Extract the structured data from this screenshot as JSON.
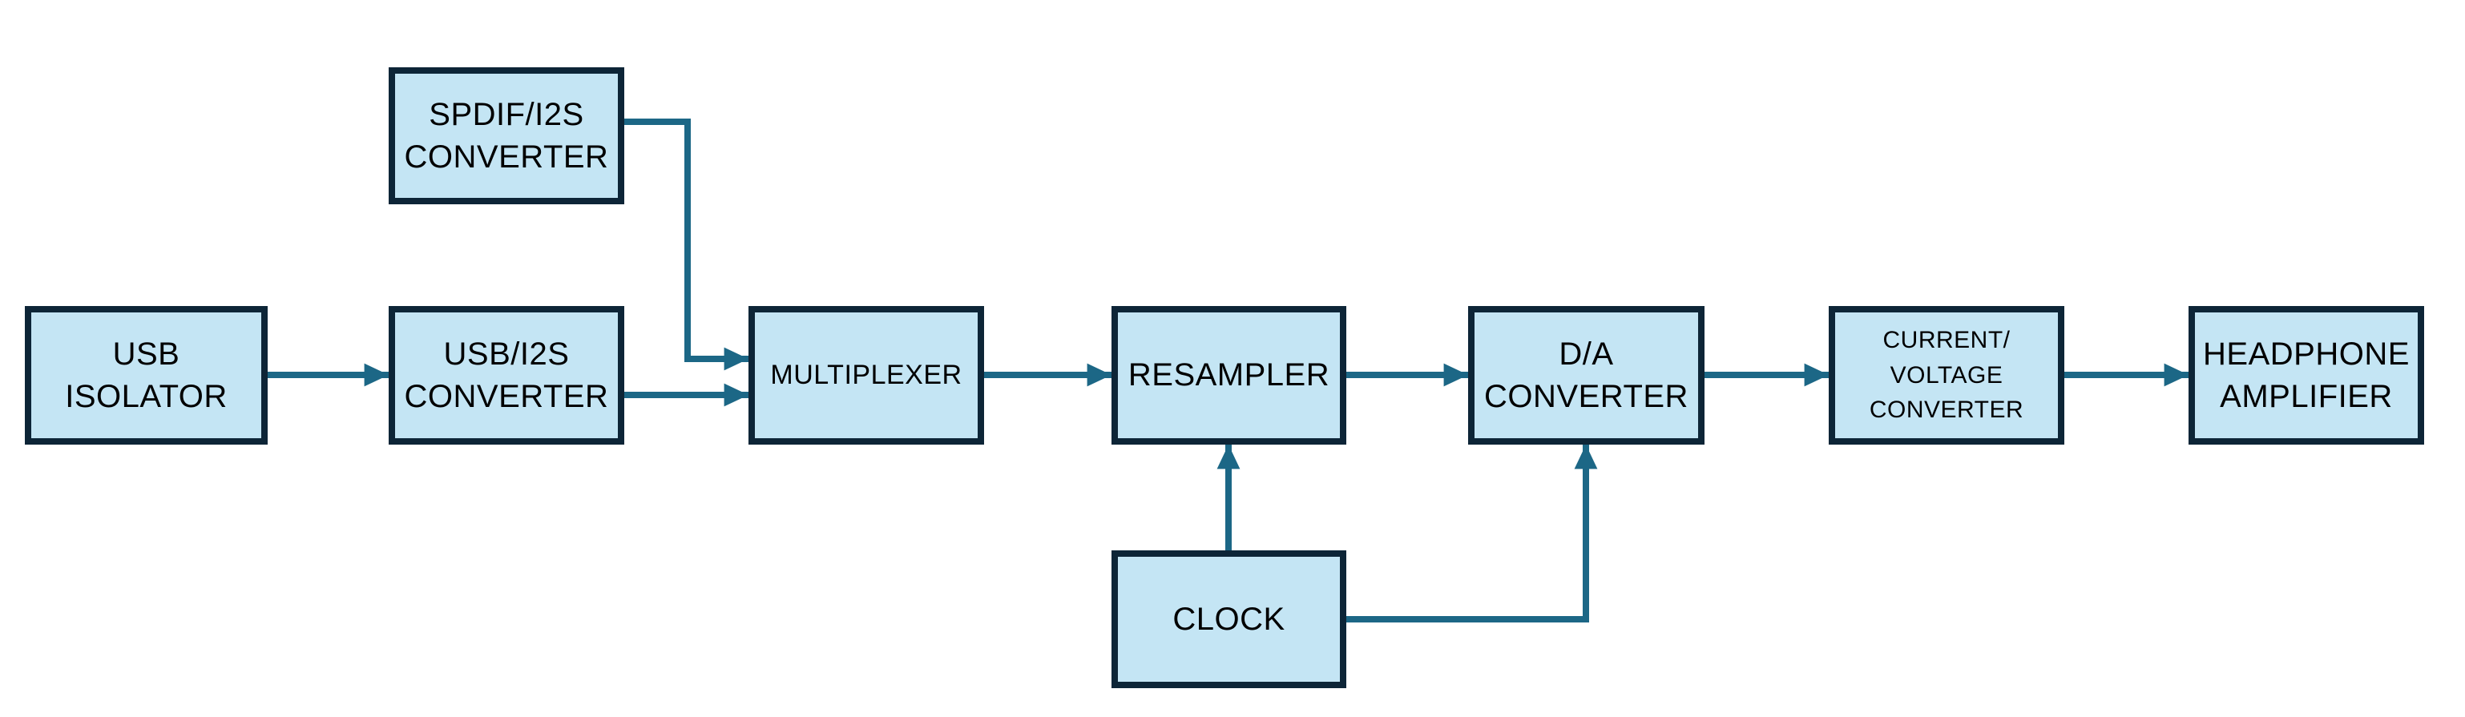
{
  "diagram": {
    "type": "block-diagram",
    "subject": "Digital audio playback signal chain"
  },
  "nodes": {
    "usb_isolator": {
      "label": "USB\nISOLATOR"
    },
    "spdif_i2s_converter": {
      "label": "SPDIF/I2S\nCONVERTER"
    },
    "usb_i2s_converter": {
      "label": "USB/I2S\nCONVERTER"
    },
    "multiplexer": {
      "label": "MULTIPLEXER"
    },
    "resampler": {
      "label": "RESAMPLER"
    },
    "clock": {
      "label": "CLOCK"
    },
    "da_converter": {
      "label": "D/A\nCONVERTER"
    },
    "current_voltage_converter": {
      "label": "CURRENT/\nVOLTAGE\nCONVERTER"
    },
    "headphone_amplifier": {
      "label": "HEADPHONE\nAMPLIFIER"
    }
  },
  "connections": [
    {
      "from": "USB ISOLATOR",
      "to": "USB/I2S CONVERTER"
    },
    {
      "from": "USB/I2S CONVERTER",
      "to": "MULTIPLEXER"
    },
    {
      "from": "SPDIF/I2S CONVERTER",
      "to": "MULTIPLEXER"
    },
    {
      "from": "MULTIPLEXER",
      "to": "RESAMPLER"
    },
    {
      "from": "RESAMPLER",
      "to": "D/A CONVERTER"
    },
    {
      "from": "D/A CONVERTER",
      "to": "CURRENT/VOLTAGE CONVERTER"
    },
    {
      "from": "CURRENT/VOLTAGE CONVERTER",
      "to": "HEADPHONE AMPLIFIER"
    },
    {
      "from": "CLOCK",
      "to": "RESAMPLER"
    },
    {
      "from": "CLOCK",
      "to": "D/A CONVERTER"
    }
  ],
  "colors": {
    "box_fill": "#C4E5F4",
    "box_border": "#0D2537",
    "arrow": "#1C6786",
    "text": "#000000",
    "background": "#FFFFFF"
  }
}
